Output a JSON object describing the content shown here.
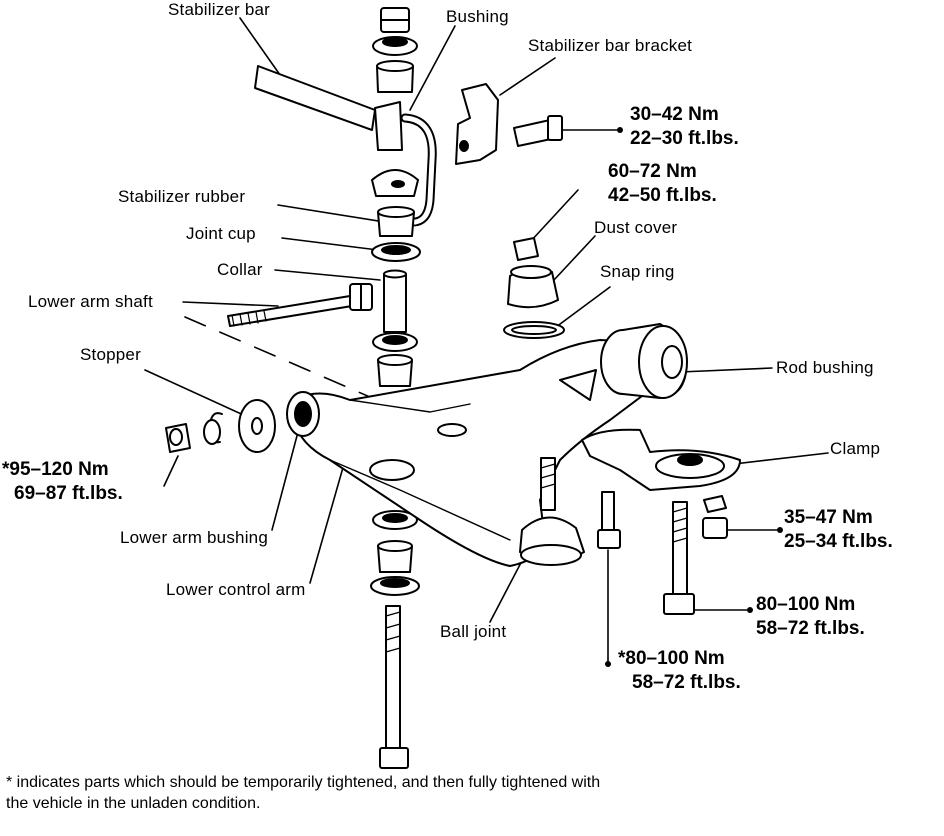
{
  "labels": {
    "stabilizer_bar": "Stabilizer bar",
    "bushing": "Bushing",
    "stabilizer_bar_bracket": "Stabilizer bar bracket",
    "stabilizer_rubber": "Stabilizer rubber",
    "joint_cup": "Joint cup",
    "collar": "Collar",
    "lower_arm_shaft": "Lower arm shaft",
    "stopper": "Stopper",
    "dust_cover": "Dust cover",
    "snap_ring": "Snap ring",
    "rod_bushing": "Rod bushing",
    "clamp": "Clamp",
    "lower_arm_bushing": "Lower arm bushing",
    "lower_control_arm": "Lower control arm",
    "ball_joint": "Ball joint"
  },
  "torques": {
    "bracket_bolt": {
      "nm": "30–42 Nm",
      "ftlbs": "22–30 ft.lbs."
    },
    "ball_joint_nut": {
      "nm": "60–72 Nm",
      "ftlbs": "42–50 ft.lbs."
    },
    "shaft_nut": {
      "nm": "*95–120 Nm",
      "ftlbs": "69–87 ft.lbs."
    },
    "clamp_nut": {
      "nm": "35–47 Nm",
      "ftlbs": "25–34 ft.lbs."
    },
    "clamp_bolt": {
      "nm": "80–100 Nm",
      "ftlbs": "58–72 ft.lbs."
    },
    "arm_bolt": {
      "nm": "*80–100 Nm",
      "ftlbs": "58–72 ft.lbs."
    }
  },
  "footnote": "* indicates parts which should be temporarily tightened, and then fully tightened with the vehicle in the unladen condition."
}
